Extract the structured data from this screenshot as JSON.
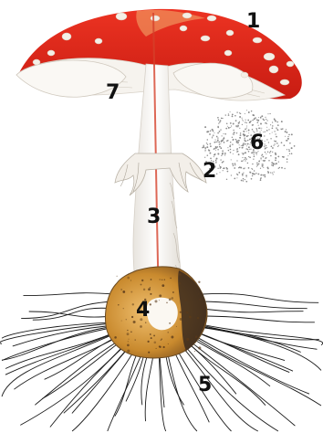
{
  "figure": {
    "subject": "mushroom-anatomy",
    "labels": [
      {
        "id": "cap",
        "text": "1"
      },
      {
        "id": "ring",
        "text": "2"
      },
      {
        "id": "stem",
        "text": "3"
      },
      {
        "id": "volva",
        "text": "4"
      },
      {
        "id": "mycelium",
        "text": "5"
      },
      {
        "id": "spores",
        "text": "6"
      },
      {
        "id": "gills",
        "text": "7"
      }
    ],
    "colors": {
      "cap_red": "#e8291c",
      "cap_dark": "#c81c12",
      "wart_white": "#f4efe6",
      "stem_white": "#f7f5f2",
      "stem_center_red": "#d4412a",
      "volva_brown": "#c98a2e",
      "volva_dark": "#3a2a1e",
      "hyphae": "#1a1a1a",
      "spore_dots": "#8c8c8c"
    }
  }
}
